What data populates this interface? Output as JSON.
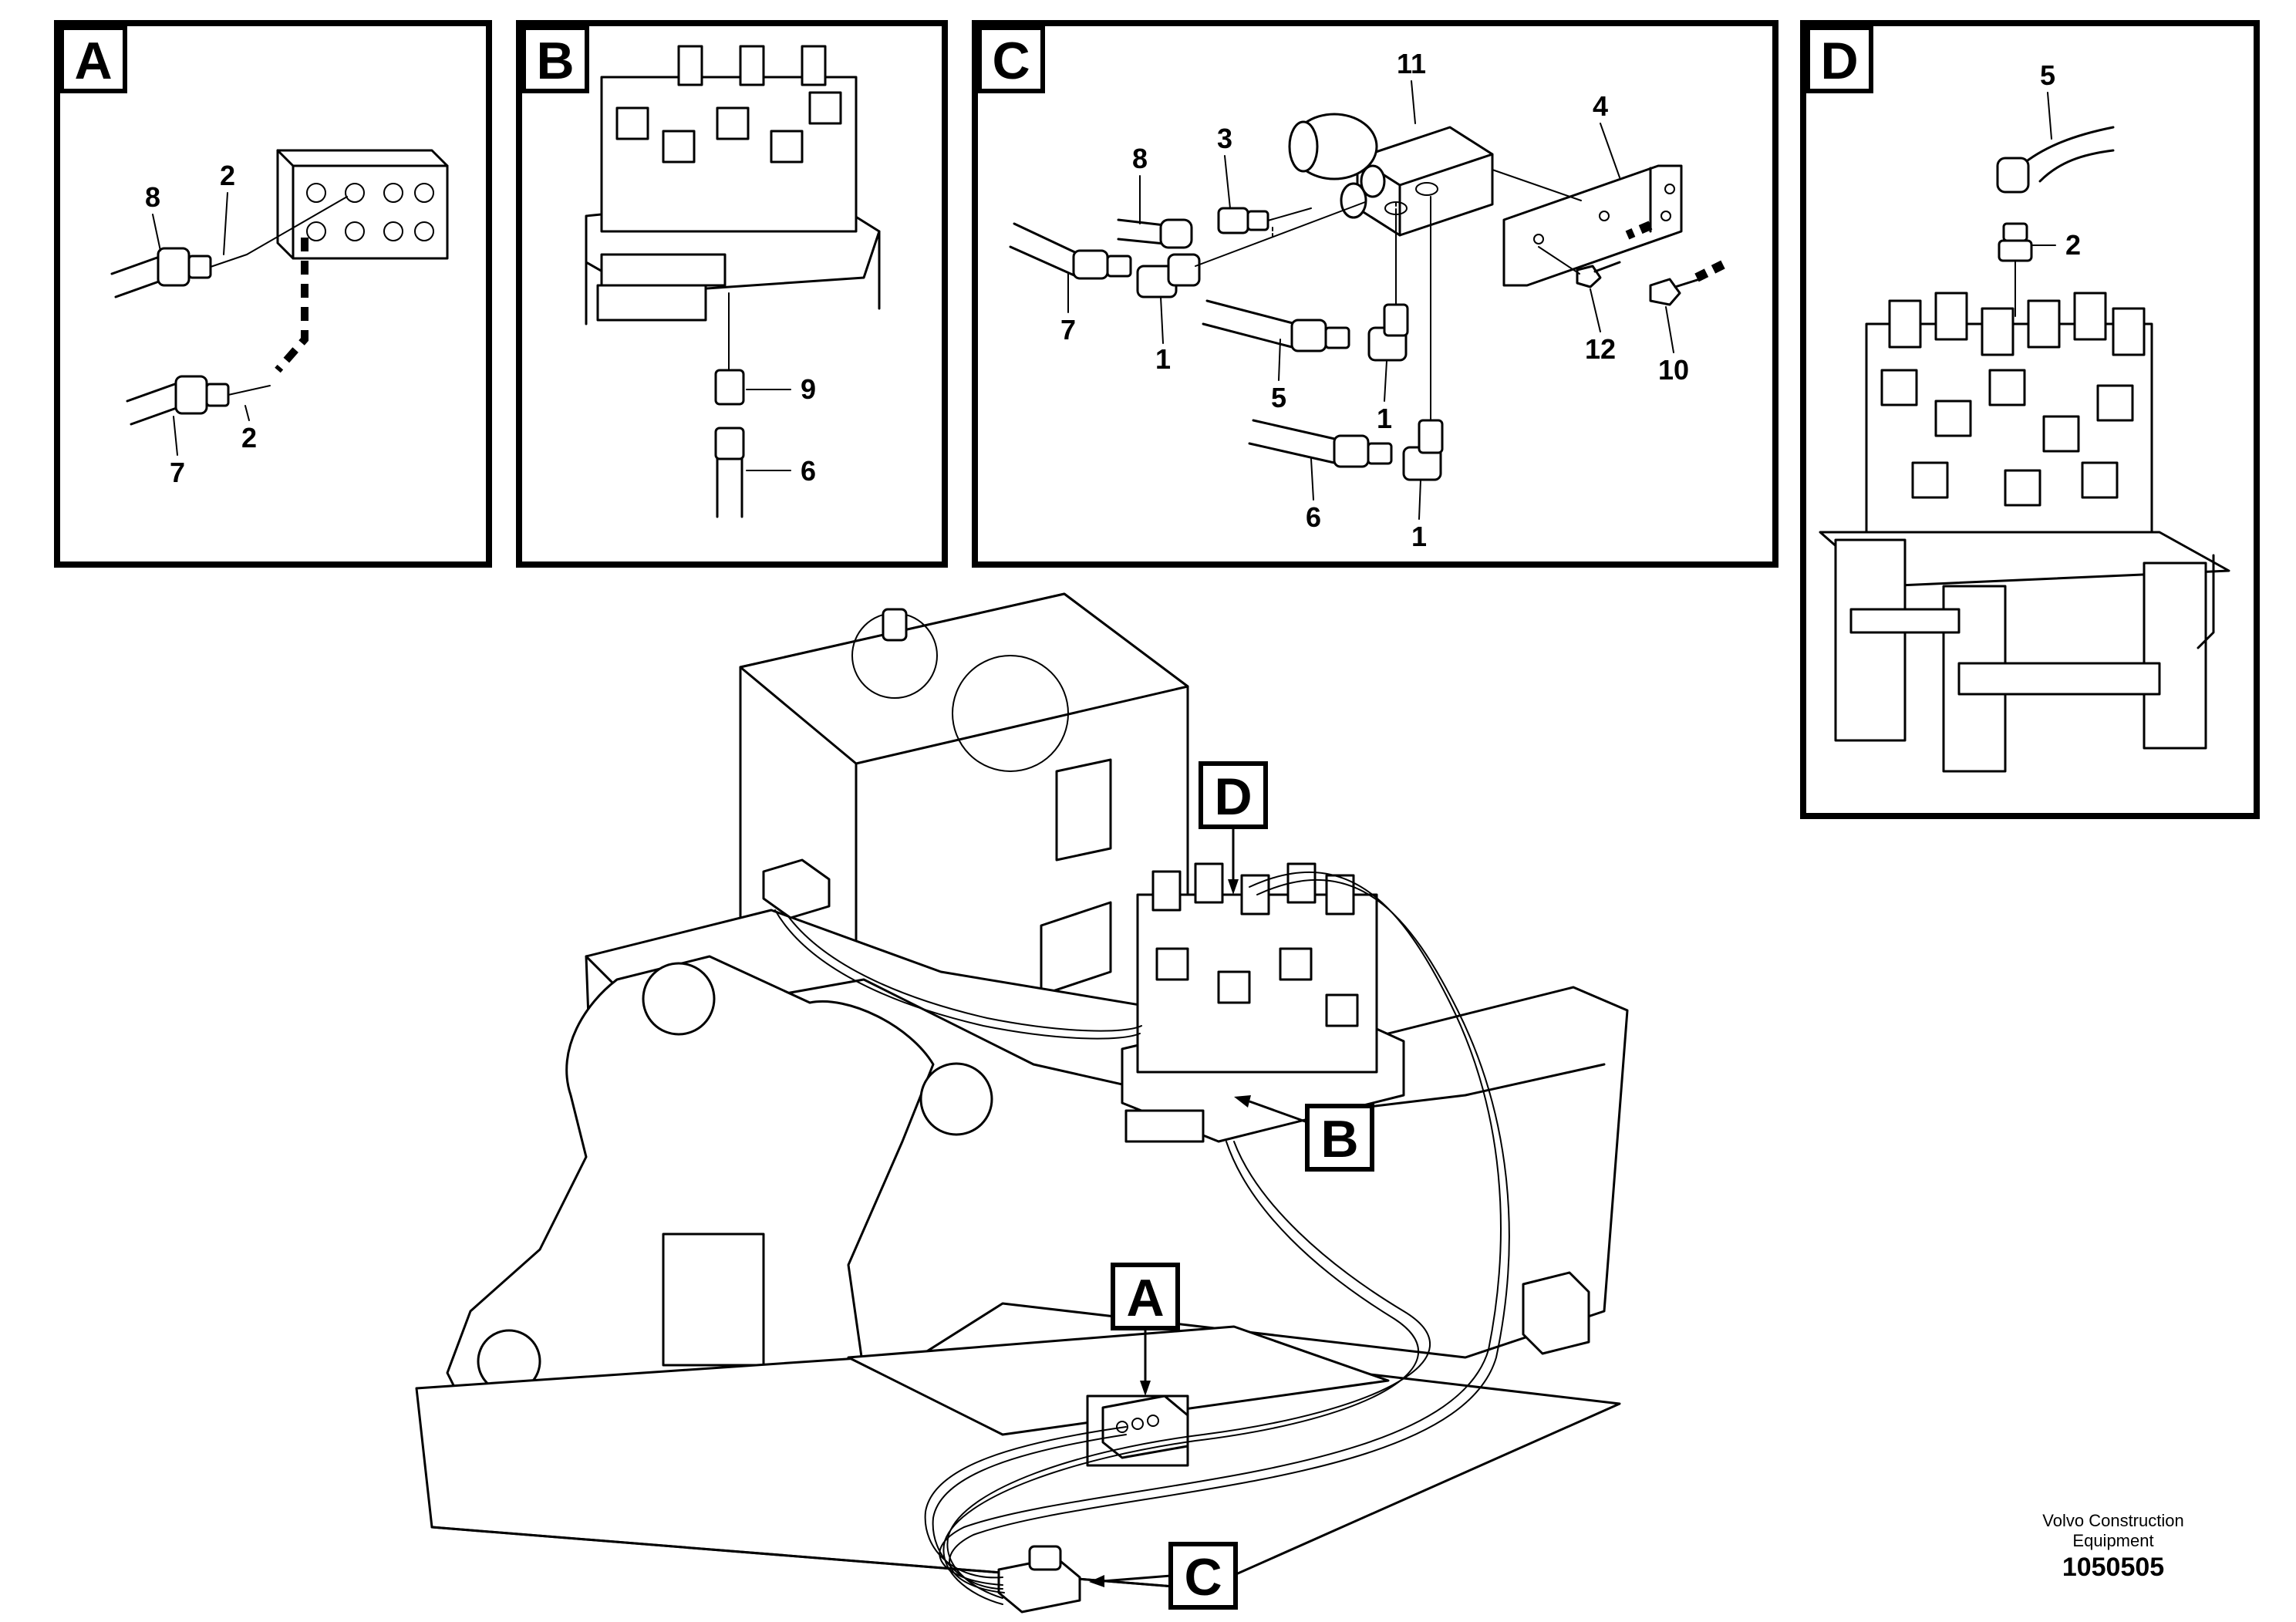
{
  "panels": {
    "A": {
      "tag": "A",
      "callouts": [
        "8",
        "2",
        "7",
        "2"
      ]
    },
    "B": {
      "tag": "B",
      "callouts": [
        "9",
        "6"
      ]
    },
    "C": {
      "tag": "C",
      "callouts": [
        "11",
        "4",
        "8",
        "3",
        "7",
        "1",
        "5",
        "1",
        "6",
        "1",
        "12",
        "10"
      ]
    },
    "D": {
      "tag": "D",
      "callouts": [
        "5",
        "2"
      ]
    }
  },
  "main": {
    "tags": [
      "D",
      "B",
      "A",
      "C"
    ]
  },
  "footer": {
    "brand_line1": "Volvo Construction",
    "brand_line2": "Equipment",
    "code": "1050505"
  }
}
